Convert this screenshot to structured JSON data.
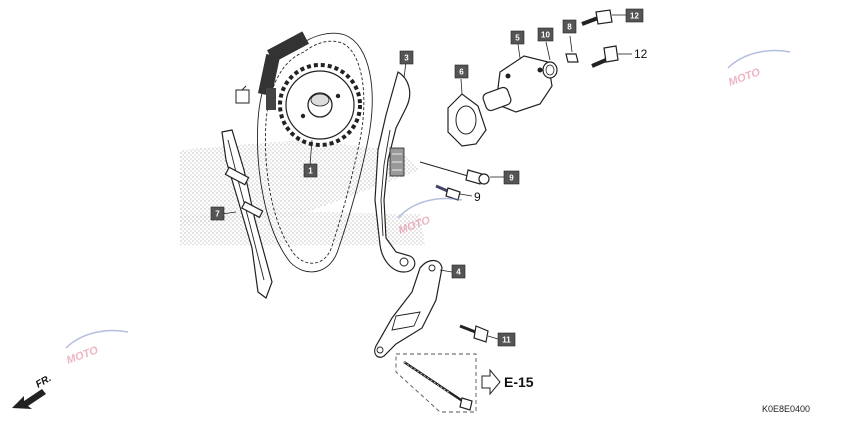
{
  "callouts": {
    "c1": "1",
    "c3": "3",
    "c4": "4",
    "c5": "5",
    "c6": "6",
    "c7": "7",
    "c8": "8",
    "c9": "9",
    "c10": "10",
    "c11": "11",
    "c12": "12"
  },
  "plain_labels": {
    "n9": "9",
    "n12": "12"
  },
  "reference": {
    "arrow_text": "E-15"
  },
  "direction": {
    "label": "FR."
  },
  "diagram_code": "K0E8E0400",
  "watermark": {
    "text": "MOTO"
  },
  "colors": {
    "callout_box": "#555555",
    "stipple": "#bbbbbb",
    "watermark": "#e07a90"
  }
}
